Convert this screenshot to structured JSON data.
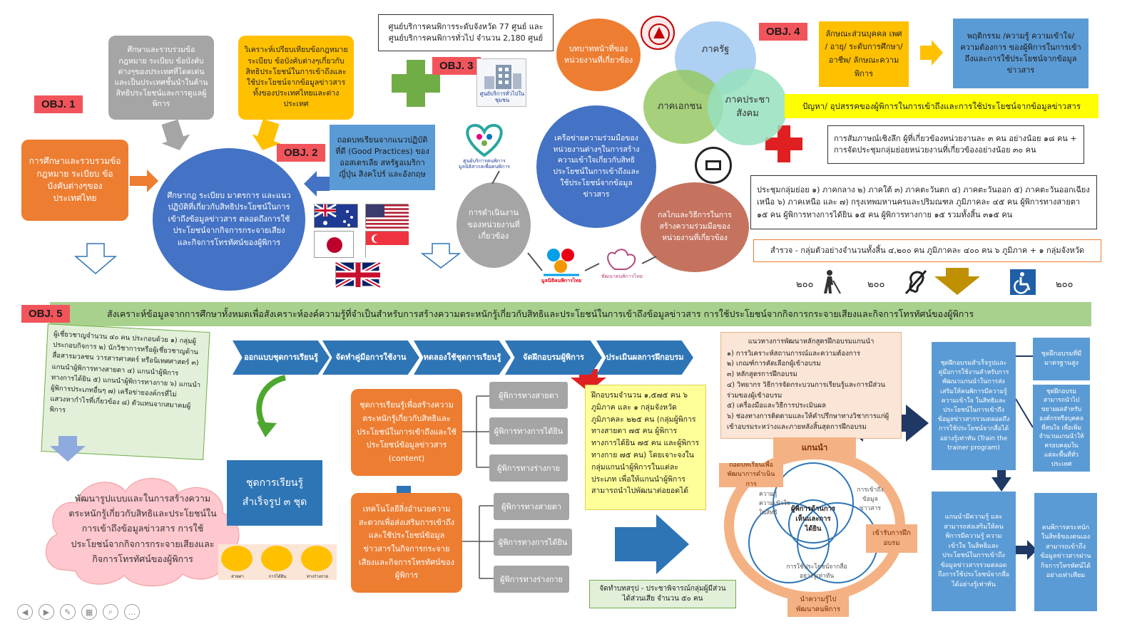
{
  "obj_labels": {
    "obj1": "OBJ. 1",
    "obj2": "OBJ. 2",
    "obj3": "OBJ. 3",
    "obj4": "OBJ. 4",
    "obj5": "OBJ. 5"
  },
  "obj1": {
    "law_study": "การศึกษาและรวบรวมข้อกฎหมาย ระเบียบ ข้อบังคับต่างๆของประเทศไทย",
    "foreign_law": "ศึกษาและรวบรวมข้อกฎหมาย ระเบียบ ข้อบังคับต่างๆของประเทศที่โดดเด่นและเป็นประเทศชั้นนำในด้านสิทธิประโยชน์และการดูแลผู้พิการ",
    "compare": "วิเคราะห์เปรียบเทียบข้อกฎหมาย ระเบียบ ข้อบังคับต่างๆเกี่ยวกับสิทธิประโยชน์ในการเข้าถึงและใช้ประโยชน์จากข้อมูลข่าวสารทั้งของประเทศไทยและต่างประเทศ",
    "center_circle": "ศึกษากฎ ระเบียบ มาตรการ และแนวปฏิบัติที่เกี่ยวกับสิทธิประโยชน์ในการเข้าถึงข้อมูลข่าวสาร ตลอดถึงการใช้ประโยชน์จากกิจการกระจายเสียงและกิจการโทรทัศน์ของผู้พิการ"
  },
  "obj2": {
    "good_practices": "ถอดบทเรียนจากแนวปฏิบัติที่ดี (Good Practices) ของออสเตรเลีย สหรัฐอเมริกา ญี่ปุ่น สิงคโปร์ และอังกฤษ"
  },
  "obj3": {
    "centers_box": "ศูนย์บริการคนพิการระดับจังหวัด 77 ศูนย์ และศูนย์บริการคนพิการทั่วไป จำนวน 2,180 ศูนย์",
    "role_circle": "บทบาทหน้าที่ของหน่วยงานที่เกี่ยวข้อง",
    "network_circle": "เครือข่ายความร่วมมือของหน่วยงานต่างๆในการสร้างความเข้าใจเกี่ยวกับสิทธิประโยชน์ในการเข้าถึงและใช้ประโยชน์จากข้อมูลข่าวสาร",
    "operation_circle": "การดำเนินงานของหน่วยงานที่เกี่ยวข้อง",
    "mechanism_circle": "กลไกและวิธีการในการสร้างความร่วมมือของหน่วยงานที่เกี่ยวข้อง",
    "venn_state": "ภาครัฐ",
    "venn_private": "ภาคเอกชน",
    "venn_civil": "ภาคประชาสังคม",
    "center_caption": "ศูนย์บริการทั่วไปในชุมชน",
    "logo_center": "ศูนย์บริการคนพิการ มูลนิธิสากลเพื่อคนพิการ",
    "logo_foundation": "มูลนิธิคนพิการไทย",
    "logo_creative": "พัฒนาคนพิการไทย"
  },
  "obj4": {
    "demographic": "ลักษณะส่วนบุคคล เพศ / อายุ/ ระดับการศึกษา/ อาชีพ/ ลักษณะความพิการ",
    "behavior": "พฤติกรรม /ความรู้ ความเข้าใจ/ ความต้องการ ของผู้พิการในการเข้าถึงและการใช้ประโยชน์จากข้อมูลข่าวสาร",
    "problems": "ปัญหา/ อุปสรรคของผู้พิการในการเข้าถึงและการใช้ประโยชน์จากข้อมูลข่าวสาร",
    "interview": "การสัมภาษณ์เชิงลึก ผู้ที่เกี่ยวข้องหน่วยงานละ ๓ คน อย่างน้อย ๑๘ คน + การจัดประชุมกลุ่มย่อยหน่วยงานที่เกี่ยวข้องอย่างน้อย ๓๐ คน",
    "meeting": "ประชุมกลุ่มย่อย ๑) ภาคกลาง ๒) ภาคใต้ ๓) ภาคตะวันตก ๔) ภาคตะวันออก ๕) ภาคตะวันออกเฉียงเหนือ ๖) ภาคเหนือ และ ๗) กรุงเทพมหานครและปริมณฑล ภูมิภาคละ ๔๕ คน ผู้พิการทางสายตา ๑๕ คน ผู้พิการทางการได้ยิน ๑๕ คน ผู้พิการทางกาย ๑๕ รวมทั้งสิ้น ๓๑๕ คน",
    "survey": "สำรวจ - กลุ่มตัวอย่างจำนวนทั้งสิ้น ๔,๒๐๐ คน ภูมิภาคละ ๔๐๐ คน ๖ ภูมิภาค + ๑ กลุ่มจังหวัด",
    "count_blind": "๒๐๐",
    "count_deaf": "๒๐๐",
    "count_physical": "๒๐๐"
  },
  "obj5": {
    "banner": "สังเคราะห์ข้อมูลจากการศึกษาทั้งหมดเพื่อสังเคราะห์องค์ความรู้ที่จำเป็นสำหรับการสร้างความตระหนักรู้เกี่ยวกับสิทธิและประโยชน์ในการเข้าถึงข้อมูลข่าวสาร การใช้ประโยชน์จากกิจการกระจายเสียงและกิจการโทรทัศน์ของผู้พิการ",
    "experts": "ผู้เชี่ยวชาญจำนวน ๔๐ คน ประกอบด้วย ๑) กลุ่มผู้ประกอบกิจการ ๒) นักวิชาการหรือผู้เชี่ยวชาญด้านสื่อสารมวลชน วารสารศาสตร์ หรือนิเทศศาสตร์ ๓) แกนนำผู้พิการทางสายตา ๔) แกนนำผู้พิการทางการได้ยิน ๕) แกนนำผู้พิการทางกาย ๖) แกนนำผู้พิการประเภทอื่นๆ ๗) เครือข่ายองค์กรที่ไม่แสวงหากำไรที่เกี่ยวข้อง ๘) ตัวแทนจากสมาคมผู้พิการ",
    "cloud": "พัฒนารูปแบบและในการสร้างความตระหนักรู้เกี่ยวกับสิทธิและประโยชน์ในการเข้าถึงข้อมูลข่าวสาร การใช้ประโยชน์จากกิจการกระจายเสียงและกิจการโทรทัศน์ของผู้พิการ",
    "steps": [
      "ออกแบบชุดการเรียนรู้",
      "จัดทำคู่มือการใช้งาน",
      "ทดลองใช้ชุดการเรียนรู้",
      "จัดฝึกอบรมผู้พิการ",
      "ประเมินผลการฝึกอบรม"
    ],
    "kit": "ชุดการเรียนรู้ สำเร็จรูป ๓ ชุด",
    "content_box": "ชุดการเรียนรู้เพื่อสร้างความตระหนักรู้เกี่ยวกับสิทธิและประโยชน์ในการเข้าถึงและใช้ประโยชน์ข้อมูลข่าวสาร (content)",
    "tech_box": "เทคโนโลยีสิ่งอำนวยความสะดวกเพื่อส่งเสริมการเข้าถึงและใช้ประโยชน์ข้อมูลข่าวสารในกิจการกระจายเสียงและกิจการโทรทัศน์ของผู้พิการ",
    "groups_top": [
      "ผู้พิการทางสายตา",
      "ผู้พิการทางการได้ยิน",
      "ผู้พิการทางร่างกาย"
    ],
    "groups_bottom": [
      "ผู้พิการทางสายตา",
      "ผู้พิการทางการได้ยิน",
      "ผู้พิการทางร่างกาย"
    ],
    "icon_labels": [
      "สายตา",
      "การได้ยิน",
      "ทางร่างกาย"
    ],
    "training": "ฝึกอบรมจำนวน ๑,๕๗๕ คน ๖ ภูมิภาค และ ๑ กลุ่มจังหวัด ภูมิภาคละ ๒๒๕ คน (กลุ่มผู้พิการทางสายตา ๗๕ คน ผู้พิการทางการได้ยิน ๗๕ คน และผู้พิการทางกาย ๗๕ คน) โดยเจาะจงในกลุ่มแกนนำผู้พิการในแต่ละประเภท เพื่อให้แกนนำผู้พิการสามารถนำไปพัฒนาต่อยอดได้",
    "hearing": "จัดทำบทสรุป - ประชาพิจารณ์กลุ่มผู้มีส่วนได้ส่วนเสีย จำนวน ๕๐ คน",
    "guideline_title": "แนวทางการพัฒนาหลักสูตรฝึกอบรมแกนนำ",
    "guideline_items": [
      "๑) การวิเคราะห์สถานการณ์และความต้องการ",
      "๒) เกณฑ์การคัดเลือกผู้เข้าอบรม",
      "๓) หลักสูตรการฝึกอบรม",
      "๔) วิทยากร วิธีการจัดกระบวนการเรียนรู้และการมีส่วนร่วมของผู้เข้าอบรม",
      "๕) เครื่องมือและวิธีการประเมินผล",
      "๖) ช่องทางการติดตามและให้คำปรึกษาทางวิชาการแก่ผู้เข้าอบรมระหว่างและภายหลังสิ้นสุดการฝึกอบรม"
    ],
    "cycle_top": "แกนนำ",
    "cycle_left": "ถอดบทเรียนเพื่อพัฒนาการดำเนินการ",
    "cycle_right": "เข้ารับการฝึกอบรม",
    "cycle_bottom": "นำความรู้ไปพัฒนาคนพิการ",
    "venn_center": "ผู้พิการด้านการเห็นและการได้ยิน",
    "venn_left": "ความรู้ความเข้าใจในสิทธิ",
    "venn_right": "การเข้าถึงข้อมูลข่าวสาร",
    "venn_bottom": "การใช้ประโยชน์จากสื่ออย่างรู้เท่าทัน",
    "trainer_program": "ชุดฝึกอบรมสำเร็จรูปและคู่มือการใช้งานสำหรับการพัฒนาแกนนำในการส่งเสริมให้คนพิการมีความรู้ ความเข้าใจ ในสิทธิและประโยชน์ในการเข้าถึงข้อมูลข่าวสารรวมตลอดถึงการใช้ประโยชน์จากสื่อได้อย่างรู้เท่าทัน (Train the trainer program)",
    "standard": "ชุดฝึกอบรมที่มีมาตรฐานสูง",
    "spread": "ชุดฝึกอบรมสามารถนำไปขยายผลสำหรับองค์กรหรือบุคคลที่สนใจ เพื่อเพิ่มจำนวนแกนนำให้ครอบคลุมในแต่ละพื้นที่ทั่วประเทศ",
    "leaders": "แกนนำมีความรู้ และสามารถส่งเสริมให้คนพิการมีความรู้ ความเข้าใจ ในสิทธิและประโยชน์ในการเข้าถึงข้อมูลข่าวสารรวมตลอดถึงการใช้ประโยชน์จากสื่อได้อย่างรู้เท่าทัน",
    "outcome": "คนพิการตระหนักในสิทธิของตนเอง สามารถเข้าถึงข้อมูลข่าวสารผ่านกิจการโทรทัศน์ได้อย่างเท่าเทียม"
  },
  "nav_icons": [
    "prev-icon",
    "next-icon",
    "pen-icon",
    "slides-icon",
    "zoom-icon",
    "more-icon"
  ],
  "colors": {
    "orange": "#ed7d31",
    "gray": "#a5a5a5",
    "yellow": "#ffc000",
    "blue": "#4472c4",
    "red_label": "#f2545b",
    "green_banner": "#a9d18e"
  }
}
